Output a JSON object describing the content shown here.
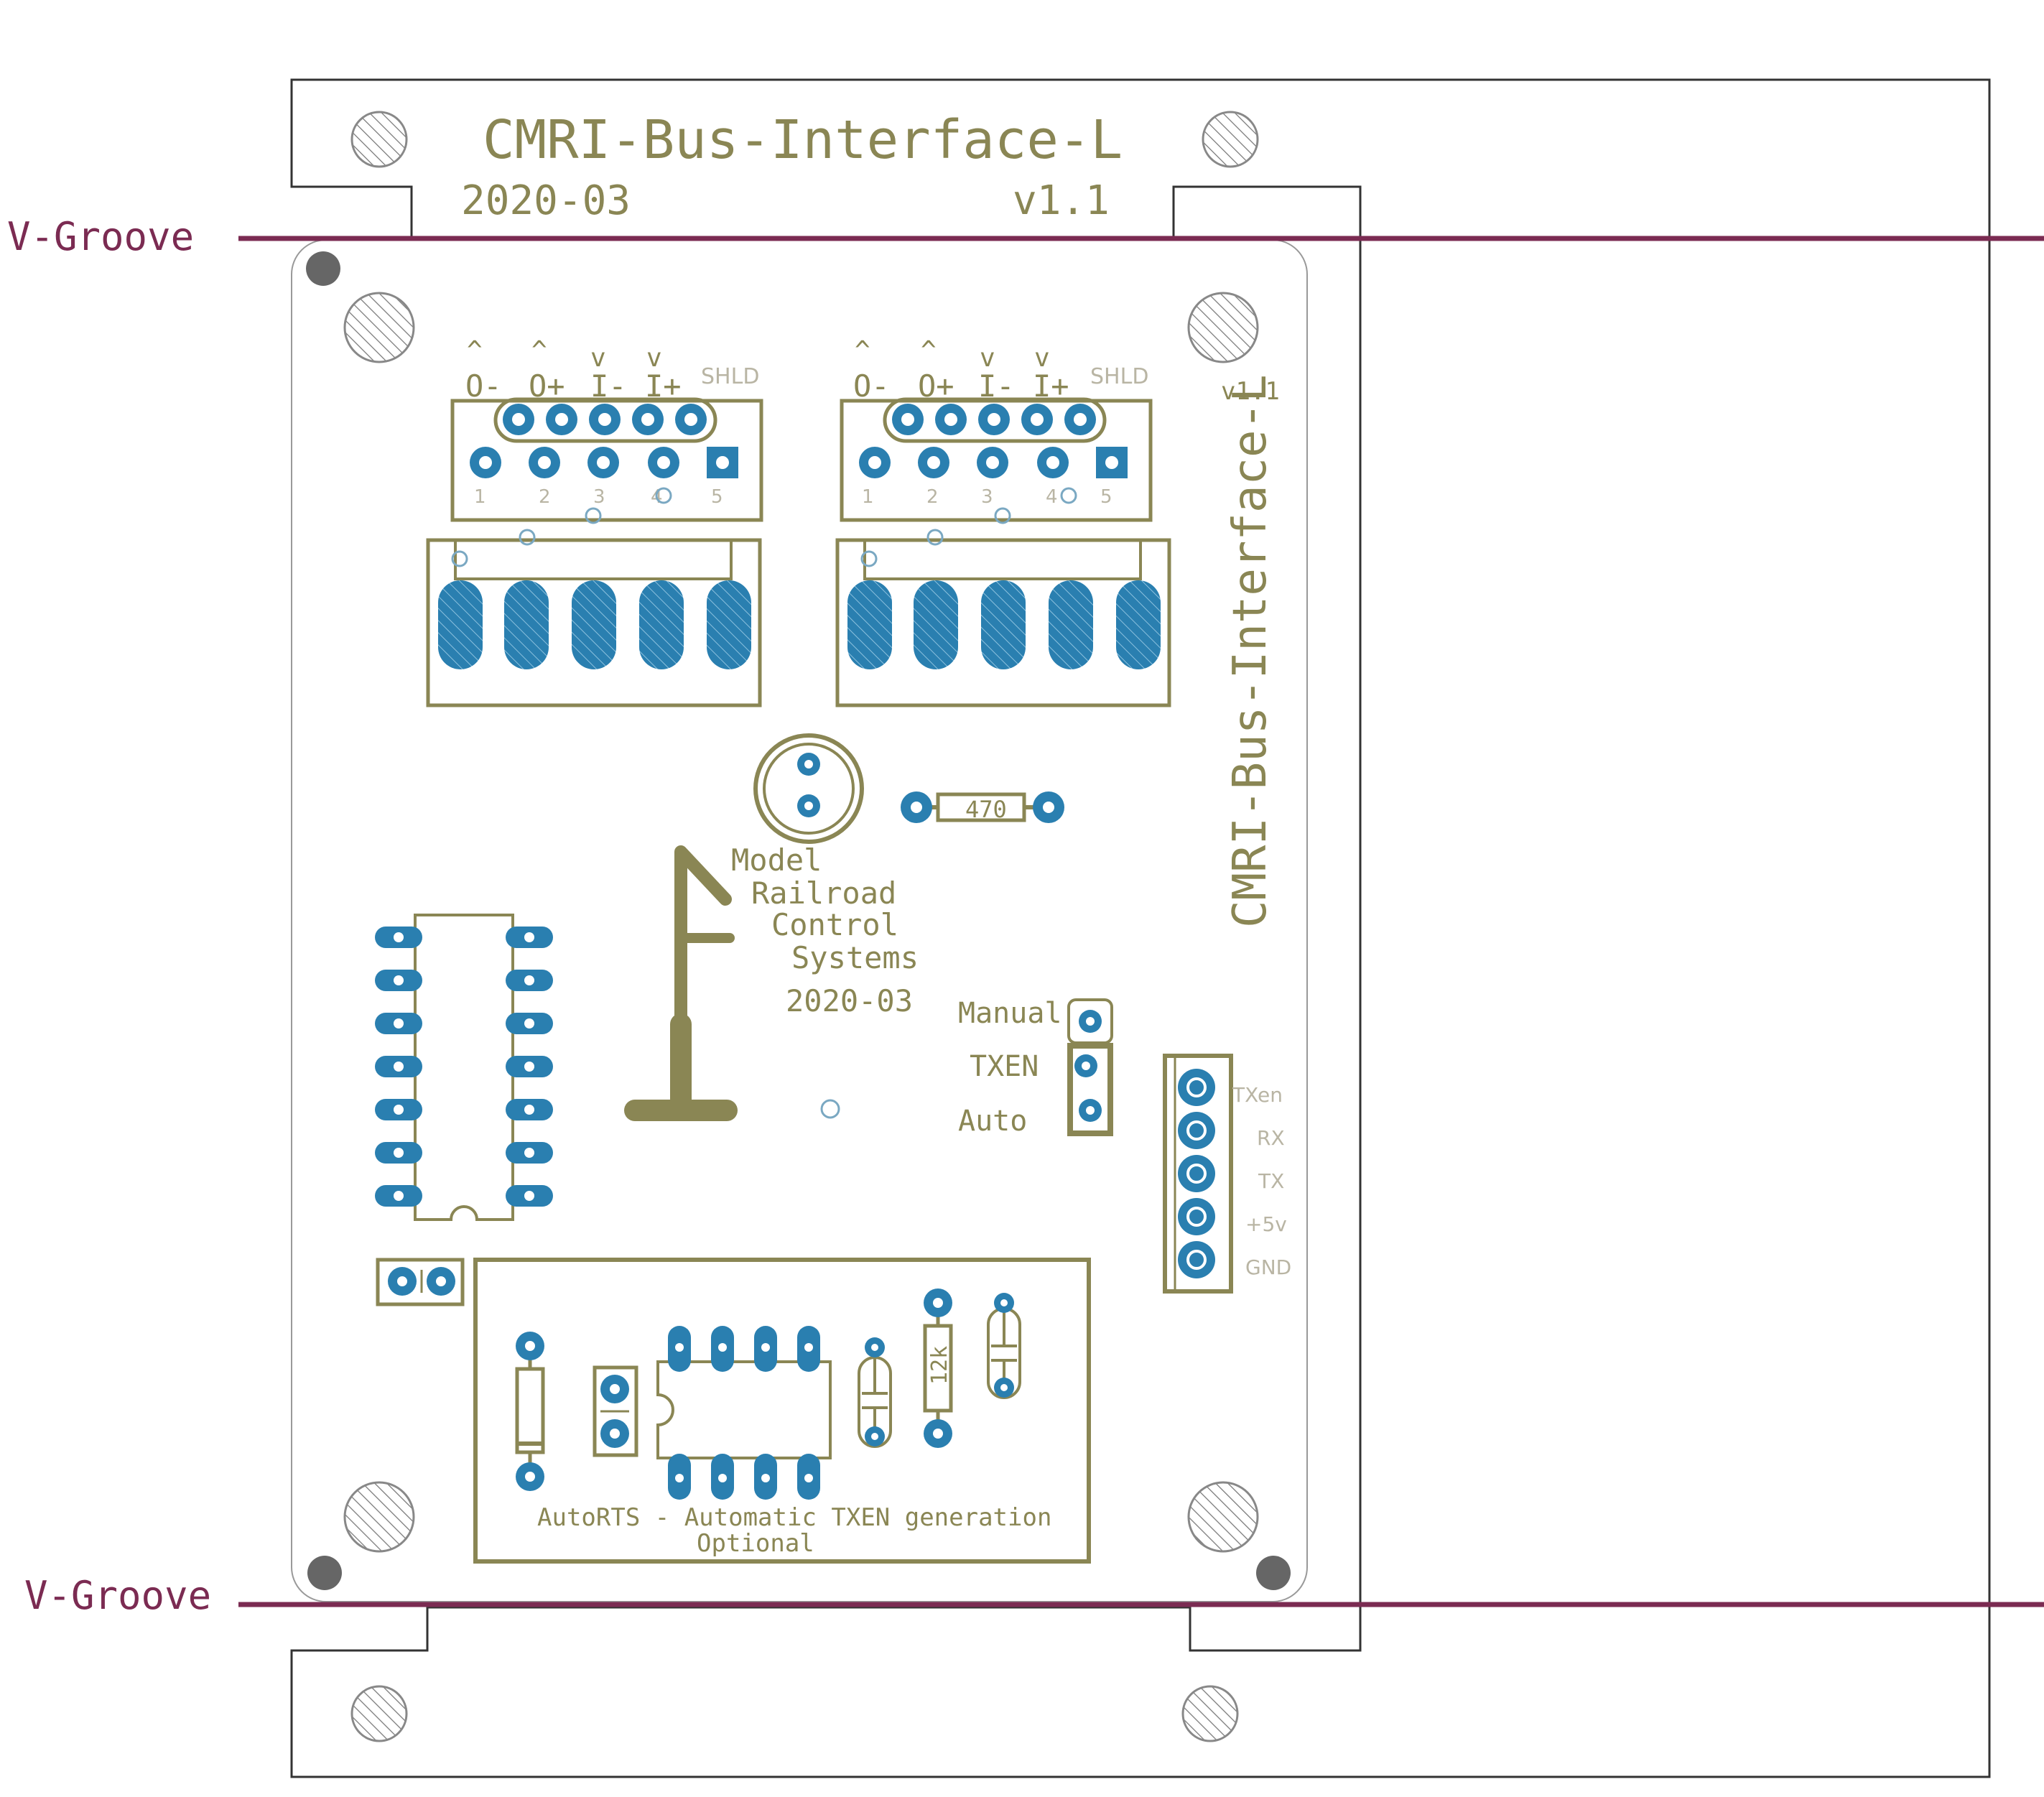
{
  "colors": {
    "copper": "#2a7fb0",
    "silkscreen": "#8a8654",
    "vgroove": "#7b2b52",
    "outline": "#333333",
    "pinlabel": "#b9b5a4"
  },
  "vgroove": {
    "top_label": "V-Groove",
    "bottom_label": "V-Groove"
  },
  "header": {
    "title": "CMRI-Bus-Interface-L",
    "date": "2020-03",
    "version": "v1.1"
  },
  "board": {
    "side_title": "CMRI-Bus-Interface-L",
    "side_version": "v1.1",
    "logo_lines": [
      "Model",
      "Railroad",
      "Control",
      "Systems"
    ],
    "logo_date": "2020-03",
    "resistor_470": "470",
    "resistor_12k": "12k",
    "jumper": {
      "manual": "Manual",
      "txen": "TXEN",
      "auto": "Auto"
    },
    "serial_header": [
      "TXen",
      "RX",
      "TX",
      "+5v",
      "GND"
    ],
    "autorts_line1": "AutoRTS - Automatic TXEN generation",
    "autorts_line2": "Optional",
    "connector_left": {
      "arrows": [
        "^",
        "^",
        "v",
        "v"
      ],
      "labels": [
        "O-",
        "O+",
        "I-",
        "I+"
      ],
      "shld": "SHLD",
      "pins": [
        "1",
        "2",
        "3",
        "4",
        "5"
      ]
    },
    "connector_right": {
      "arrows": [
        "^",
        "^",
        "v",
        "v"
      ],
      "labels": [
        "O-",
        "O+",
        "I-",
        "I+"
      ],
      "shld": "SHLD",
      "pins": [
        "1",
        "2",
        "3",
        "4",
        "5"
      ]
    }
  }
}
